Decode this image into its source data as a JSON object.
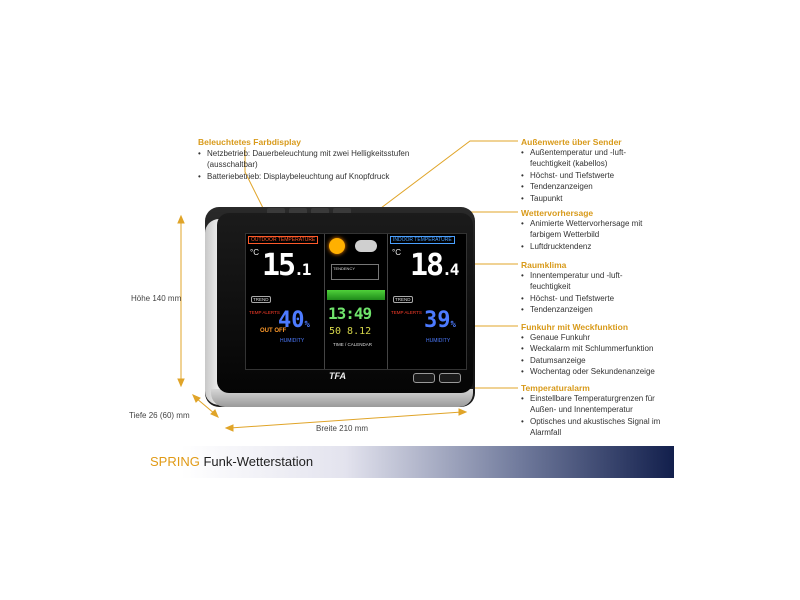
{
  "annotations": {
    "display": {
      "title": "Beleuchtetes Farbdisplay",
      "items": [
        "Netzbetrieb: Dauerbeleuchtung mit zwei Helligkeitsstufen (ausschaltbar)",
        "Batteriebetrieb: Displaybeleuchtung auf Knopfdruck"
      ]
    },
    "outdoor": {
      "title": "Außenwerte über Sender",
      "items": [
        "Außentemperatur und -luft-feuchtigkeit (kabellos)",
        "Höchst- und Tiefstwerte",
        "Tendenzanzeigen",
        "Taupunkt"
      ]
    },
    "forecast": {
      "title": "Wettervorhersage",
      "items": [
        "Animierte Wettervorhersage mit farbigem Wetterbild",
        "Luftdrucktendenz"
      ]
    },
    "indoor": {
      "title": "Raumklima",
      "items": [
        "Innentemperatur und -luft-feuchtigkeit",
        "Höchst- und Tiefstwerte",
        "Tendenzanzeigen"
      ]
    },
    "clock": {
      "title": "Funkuhr mit Weckfunktion",
      "items": [
        "Genaue Funkuhr",
        "Weckalarm mit Schlummerfunktion",
        "Datumsanzeige",
        "Wochentag oder Sekundenanzeige"
      ]
    },
    "alarm": {
      "title": "Temperaturalarm",
      "items": [
        "Einstellbare Temperaturgrenzen für Außen- und Innentemperatur",
        "Optisches und akustisches Signal im Alarmfall"
      ]
    }
  },
  "dimensions": {
    "height": "Höhe 140 mm",
    "depth": "Tiefe 26 (60) mm",
    "width": "Breite 210 mm"
  },
  "display": {
    "outdoor_label": "OUTDOOR TEMPERATURE",
    "indoor_label": "INDOOR TEMPERATURE",
    "unit": "°C",
    "outdoor_temp_int": "15",
    "outdoor_temp_dec": ".1",
    "indoor_temp_int": "18",
    "indoor_temp_dec": ".4",
    "outdoor_humidity": "40",
    "indoor_humidity": "39",
    "percent": "%",
    "humidity_label": "HUMIDITY",
    "trend": "TREND",
    "temp_alert": "TEMP ALERTS",
    "off": "OUT OFF",
    "pressure_label": "TENDENCY",
    "time": "13:49",
    "date": "50 8.12",
    "time_calendar": "TIME / CALENDAR",
    "brand": "TFA"
  },
  "banner": {
    "model": "SPRING",
    "name": "Funk-Wetterstation"
  },
  "colors": {
    "accent": "#d89a1a",
    "banner_dark": "#121f4c"
  }
}
